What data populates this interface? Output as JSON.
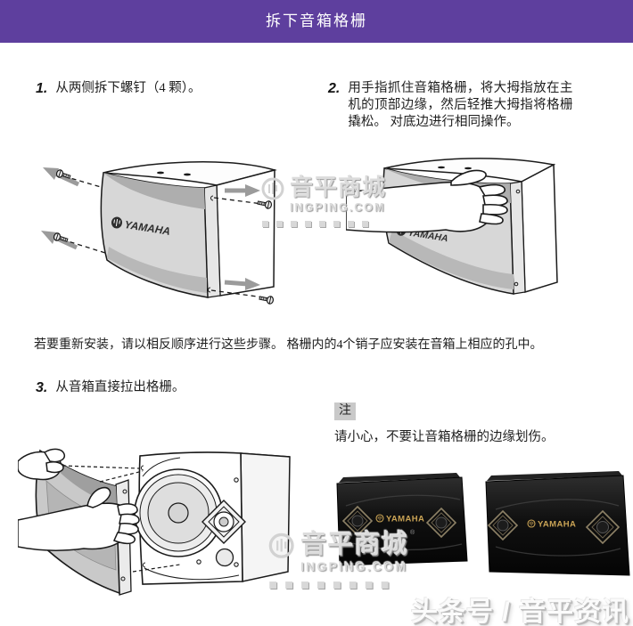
{
  "header": {
    "title": "拆下音箱格栅",
    "bg_color": "#5e3f9e",
    "text_color": "#ffffff"
  },
  "steps": [
    {
      "number": "1.",
      "text": "从两侧拆下螺钉（4 颗）。"
    },
    {
      "number": "2.",
      "text": "用手指抓住音箱格栅，将大拇指放在主机的顶部边缘，然后轻推大拇指将格栅撬松。 对底边进行相同操作。"
    },
    {
      "number": "3.",
      "text": "从音箱直接拉出格栅。"
    }
  ],
  "reinstall_text": "若要重新安装，请以相反顺序进行这些步骤。 格栅内的4个销子应安装在音箱上相应的孔中。",
  "note": {
    "label": "注",
    "text": "请小心，不要让音箱格栅的边缘划伤。"
  },
  "brand": {
    "name": "YAMAHA",
    "registered": "®"
  },
  "watermark": {
    "store_name": "音平商城",
    "domain": "INGPING.COM",
    "bottom_right": "头条号 / 音平资讯",
    "accent_gray": "#dcdcdc"
  }
}
